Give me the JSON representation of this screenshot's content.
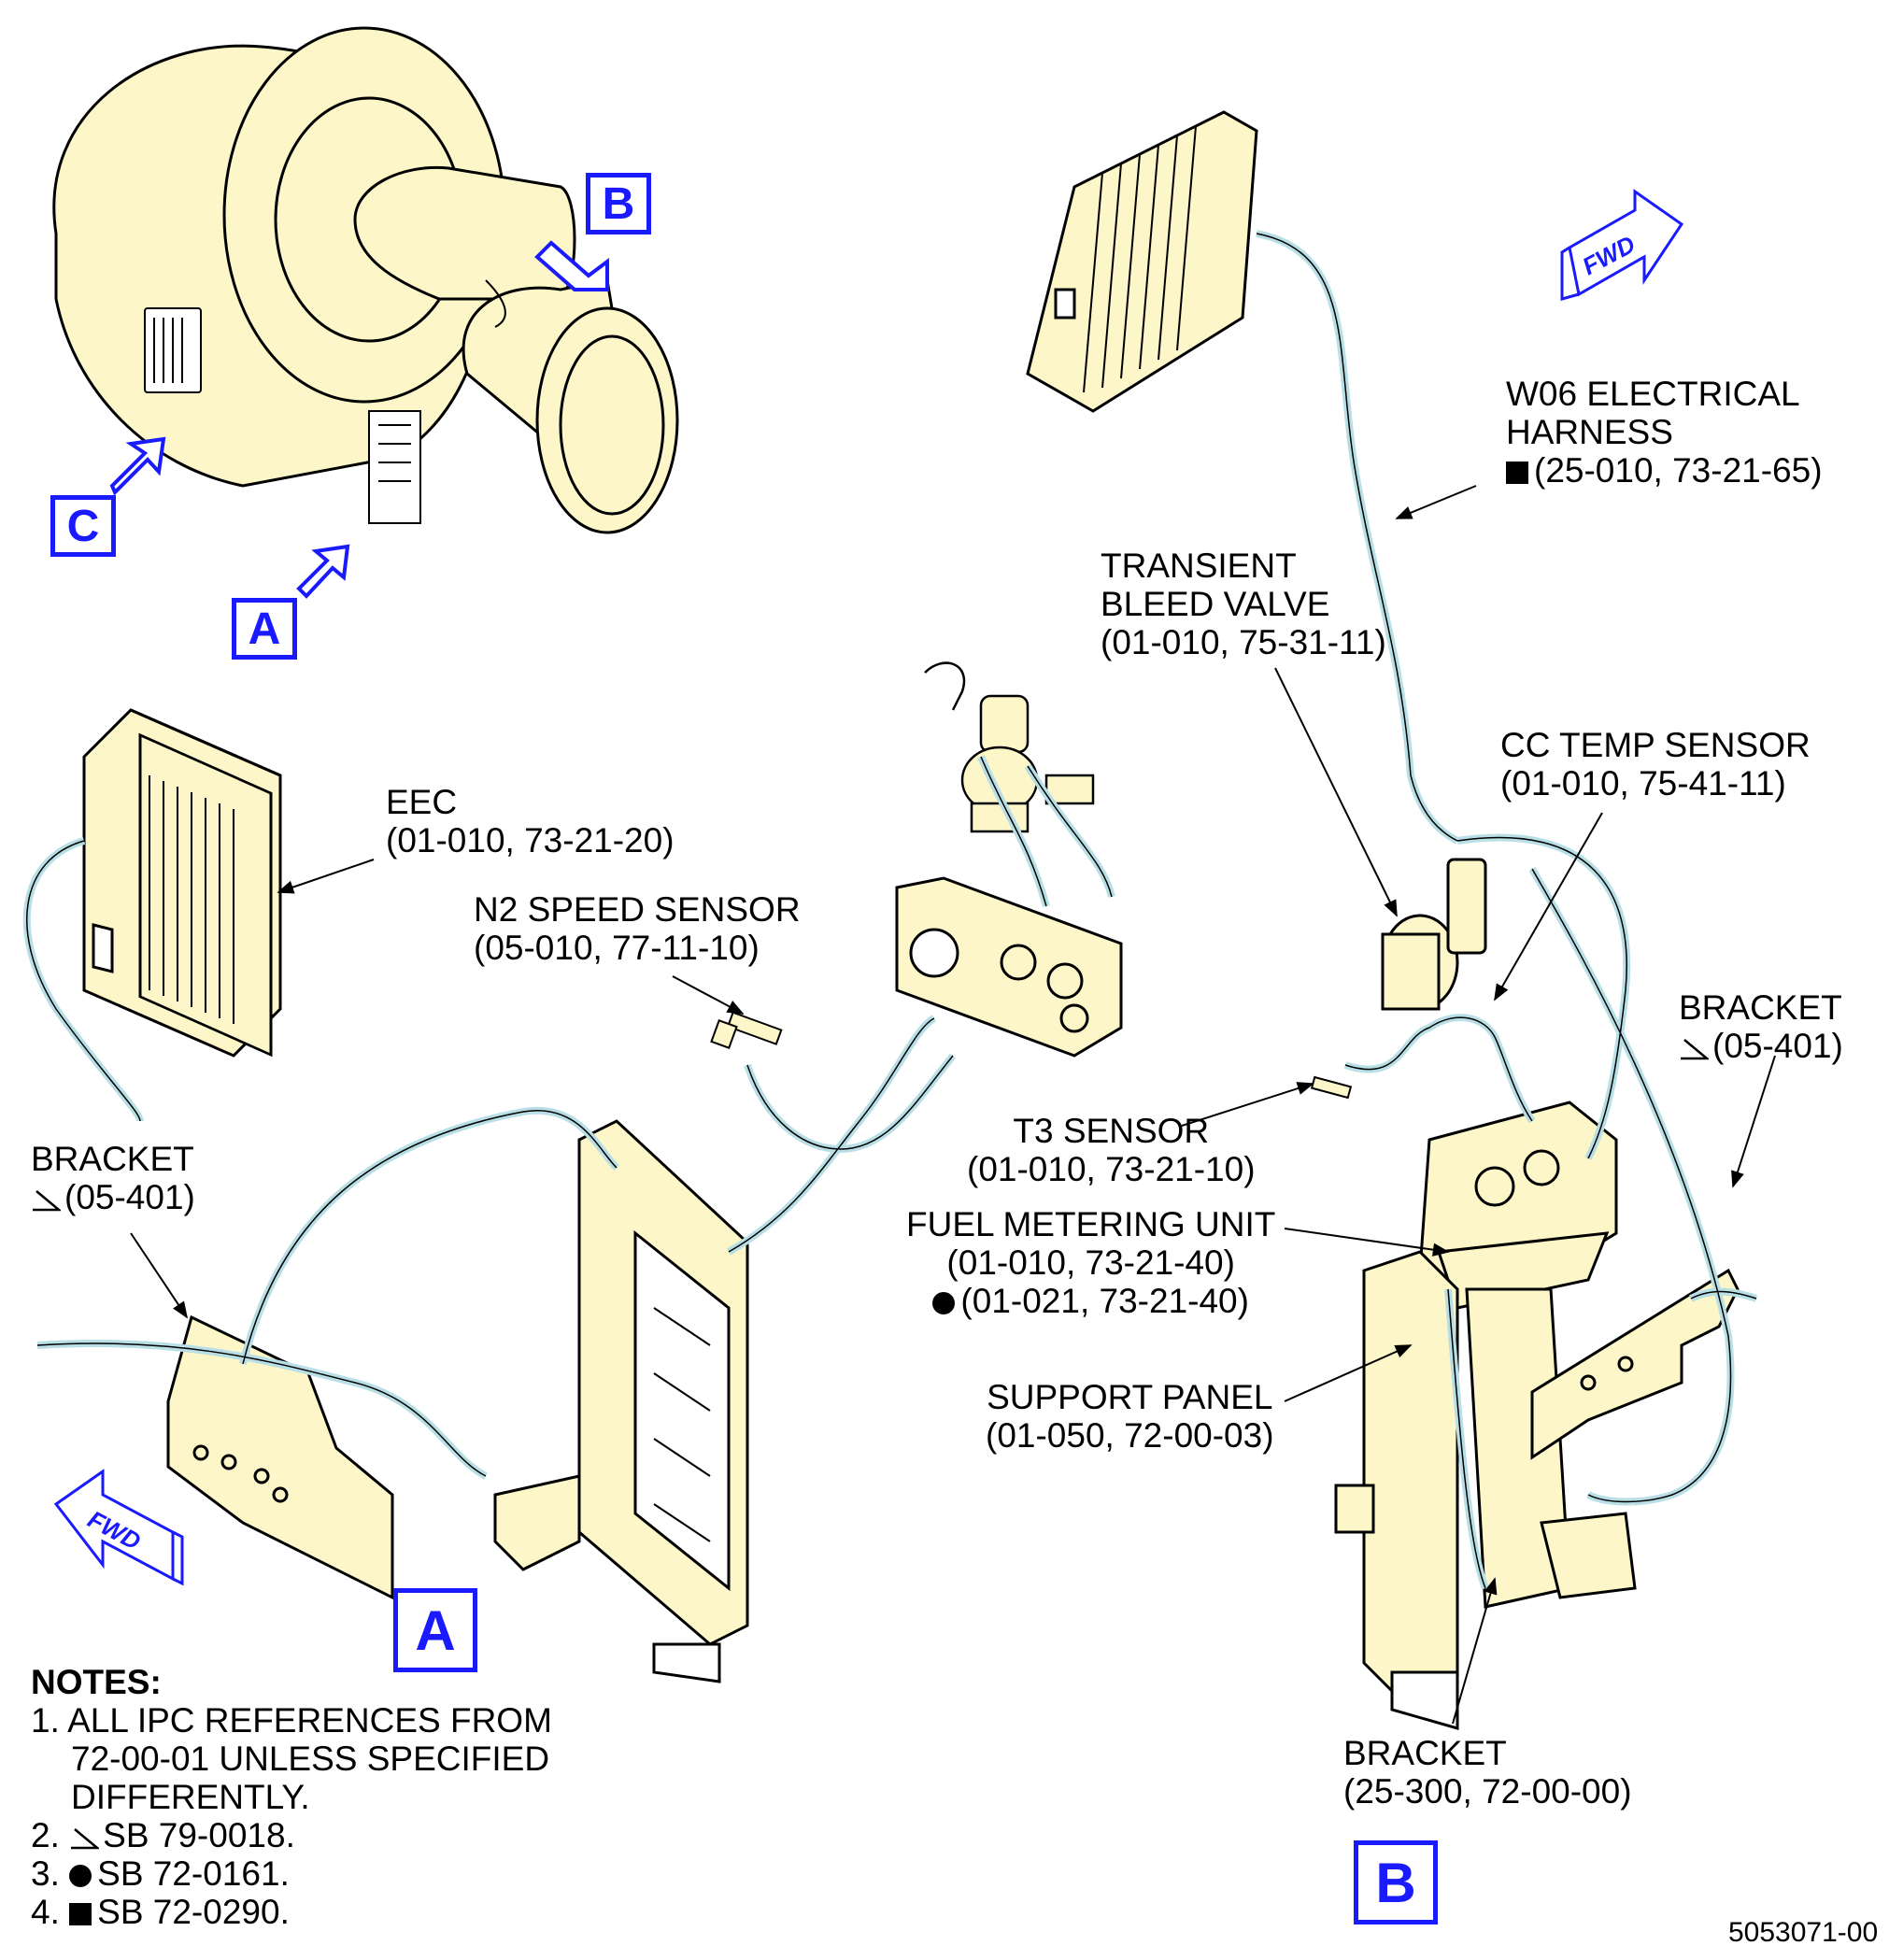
{
  "callouts": {
    "w06_harness": {
      "lines": [
        "W06 ELECTRICAL",
        "HARNESS"
      ],
      "ref": "(25-010, 73-21-65)",
      "ref_marker": "square"
    },
    "transient_bleed_valve": {
      "lines": [
        "TRANSIENT",
        "BLEED VALVE",
        "(01-010, 75-31-11)"
      ]
    },
    "cc_temp_sensor": {
      "lines": [
        "CC TEMP SENSOR",
        "(01-010, 75-41-11)"
      ]
    },
    "eec": {
      "lines": [
        "EEC",
        "(01-010, 73-21-20)"
      ]
    },
    "n2_speed_sensor": {
      "lines": [
        "N2 SPEED SENSOR",
        "(05-010, 77-11-10)"
      ]
    },
    "bracket_left": {
      "title": "BRACKET",
      "ref": "(05-401)",
      "ref_marker": "flag"
    },
    "bracket_right": {
      "title": "BRACKET",
      "ref": "(05-401)",
      "ref_marker": "flag"
    },
    "t3_sensor": {
      "lines": [
        "T3 SENSOR",
        "(01-010, 73-21-10)"
      ]
    },
    "fuel_metering_unit": {
      "lines": [
        "FUEL METERING UNIT",
        "(01-010, 73-21-40)"
      ],
      "ref2": "(01-021, 73-21-40)",
      "ref2_marker": "circle"
    },
    "support_panel": {
      "lines": [
        "SUPPORT PANEL",
        "(01-050, 72-00-03)"
      ]
    },
    "bracket_bottom": {
      "lines": [
        "BRACKET",
        "(25-300, 72-00-00)"
      ]
    }
  },
  "view_refs": {
    "a": "A",
    "b": "B",
    "c": "C"
  },
  "fwd_label": "FWD",
  "notes": {
    "title": "NOTES:",
    "items": [
      {
        "num": "1.",
        "lines": [
          "ALL IPC REFERENCES FROM",
          "72-00-01 UNLESS SPECIFIED",
          "DIFFERENTLY."
        ]
      },
      {
        "num": "2.",
        "marker": "flag",
        "text": "SB 79-0018."
      },
      {
        "num": "3.",
        "marker": "circle",
        "text": "SB 72-0161."
      },
      {
        "num": "4.",
        "marker": "square",
        "text": "SB 72-0290."
      }
    ]
  },
  "document_number": "5053071-00",
  "colors": {
    "part_fill": "#fcf6c8",
    "harness": "#b9dfe6",
    "ref_blue": "#1a1aff",
    "line": "#000000"
  }
}
